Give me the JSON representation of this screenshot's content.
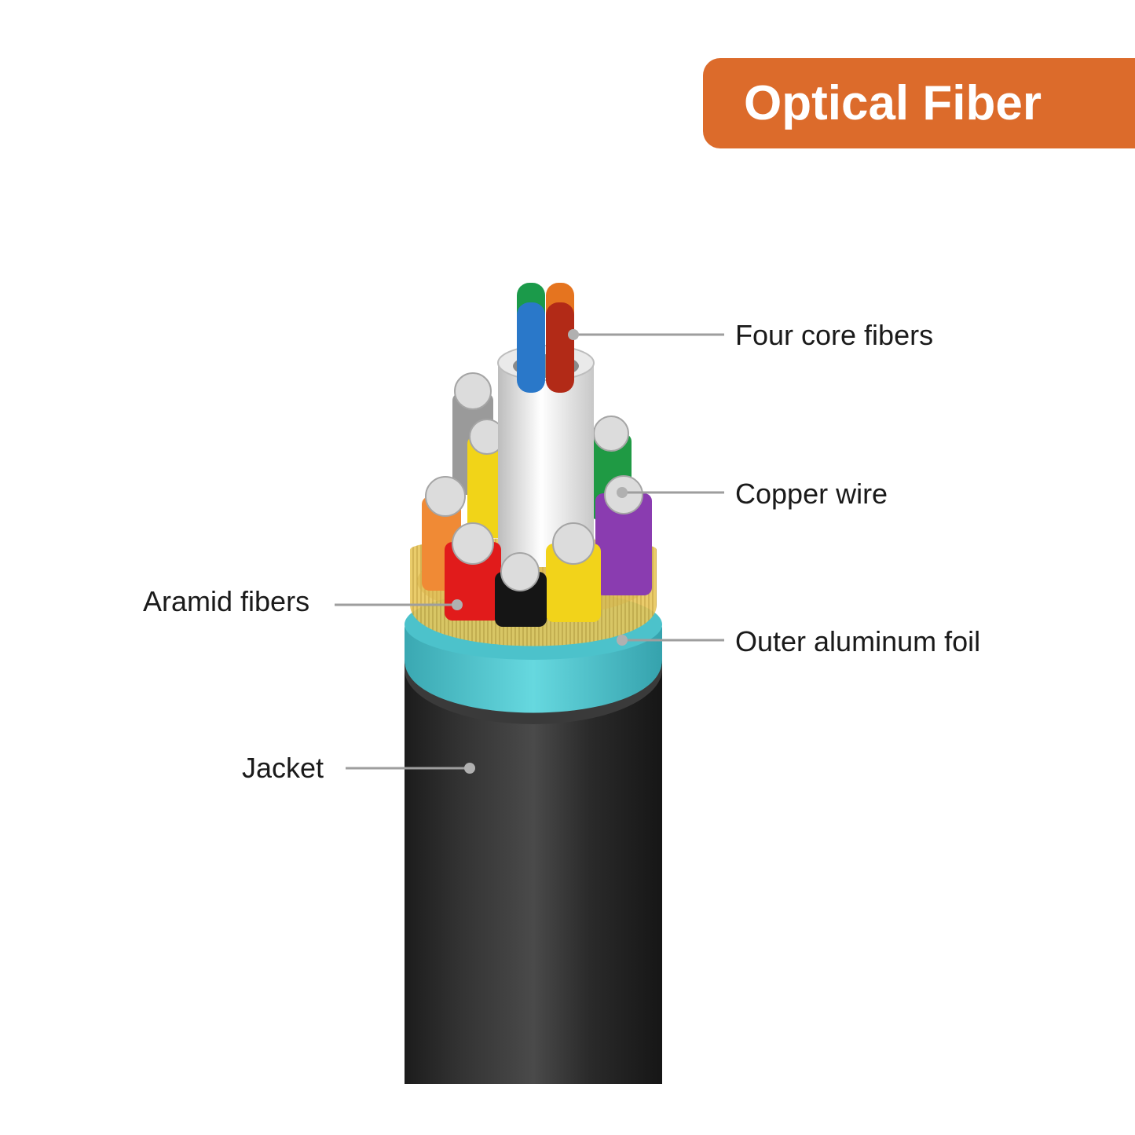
{
  "title": "Optical Fiber",
  "labels": {
    "core": "Four core fibers",
    "copper": "Copper wire",
    "aramid": "Aramid fibers",
    "foil": "Outer aluminum foil",
    "jacket": "Jacket"
  },
  "colors": {
    "badge": "#dc6b2b",
    "jacket": "#2e2e2e",
    "foil": "#5fcfd6",
    "aramid": "#e8c65a",
    "leader": "#9e9e9e",
    "core_fibers": [
      "#1b9a4a",
      "#e5741f",
      "#2a78c9",
      "#b22a17"
    ],
    "wire_insulation": [
      "#9a9a9a",
      "#f1d418",
      "#1f9a44",
      "#f08a35",
      "#8a3cb0",
      "#e11b1b",
      "#151515",
      "#f2d31a"
    ]
  }
}
